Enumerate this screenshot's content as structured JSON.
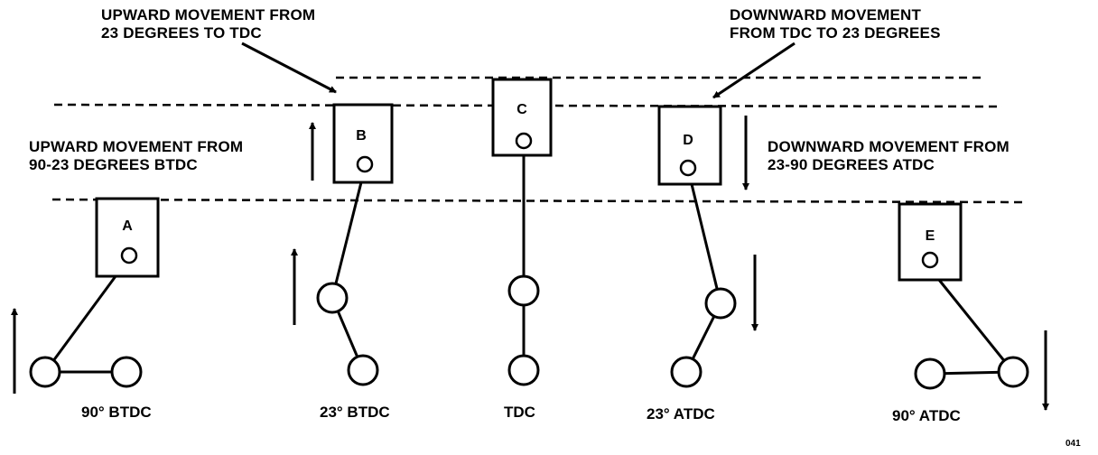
{
  "callouts": {
    "b_upper": "UPWARD MOVEMENT FROM 23 DEGREES TO TDC",
    "d_upper": "DOWNWARD MOVEMENT FROM TDC TO 23 DEGREES",
    "left_mid": "UPWARD MOVEMENT FROM 90-23 DEGREES BTDC",
    "right_mid": "DOWNWARD MOVEMENT FROM 23-90 DEGREES ATDC"
  },
  "pistons": [
    {
      "id": "A",
      "position_label": "90° BTDC"
    },
    {
      "id": "B",
      "position_label": "23° BTDC"
    },
    {
      "id": "C",
      "position_label": "TDC"
    },
    {
      "id": "D",
      "position_label": "23° ATDC"
    },
    {
      "id": "E",
      "position_label": "90° ATDC"
    }
  ],
  "figure_ref": "041",
  "colors": {
    "ink": "#000000",
    "background": "#ffffff"
  }
}
